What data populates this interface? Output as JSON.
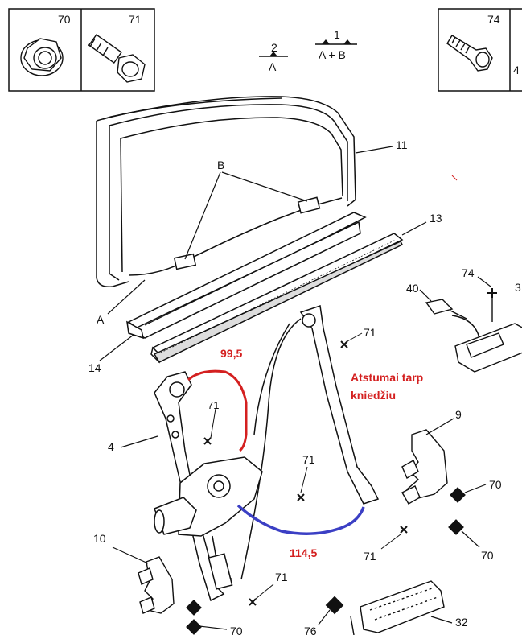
{
  "parts_boxes": [
    {
      "number": "70",
      "icon": "flange-nut-icon"
    },
    {
      "number": "71",
      "icon": "rivet-icon"
    },
    {
      "number": "74",
      "icon": "screw-icon"
    }
  ],
  "legend": {
    "marker_2_num": "2",
    "marker_2_letter": "A",
    "marker_1_num": "1",
    "marker_1_letters": "A + B"
  },
  "callouts": {
    "c11": "11",
    "c13": "13",
    "cA": "A",
    "cB": "B",
    "c14": "14",
    "c74": "74",
    "c40": "40",
    "c3": "3",
    "c71_top": "71",
    "c71_left": "71",
    "c71_mid": "71",
    "c71_right": "71",
    "c71_bottom": "71",
    "c4": "4",
    "c9": "9",
    "c70_right_top": "70",
    "c70_right_bottom": "70",
    "c10": "10",
    "c70_bottom": "70",
    "c76": "76",
    "c32": "32"
  },
  "annotations": {
    "dim_upper": "99,5",
    "dim_lower": "114,5",
    "note_line1": "Atstumai tarp",
    "note_line2": "kniedžiu"
  },
  "colors": {
    "red": "#d42020",
    "blue": "#3b3fc4",
    "line": "#111111"
  }
}
